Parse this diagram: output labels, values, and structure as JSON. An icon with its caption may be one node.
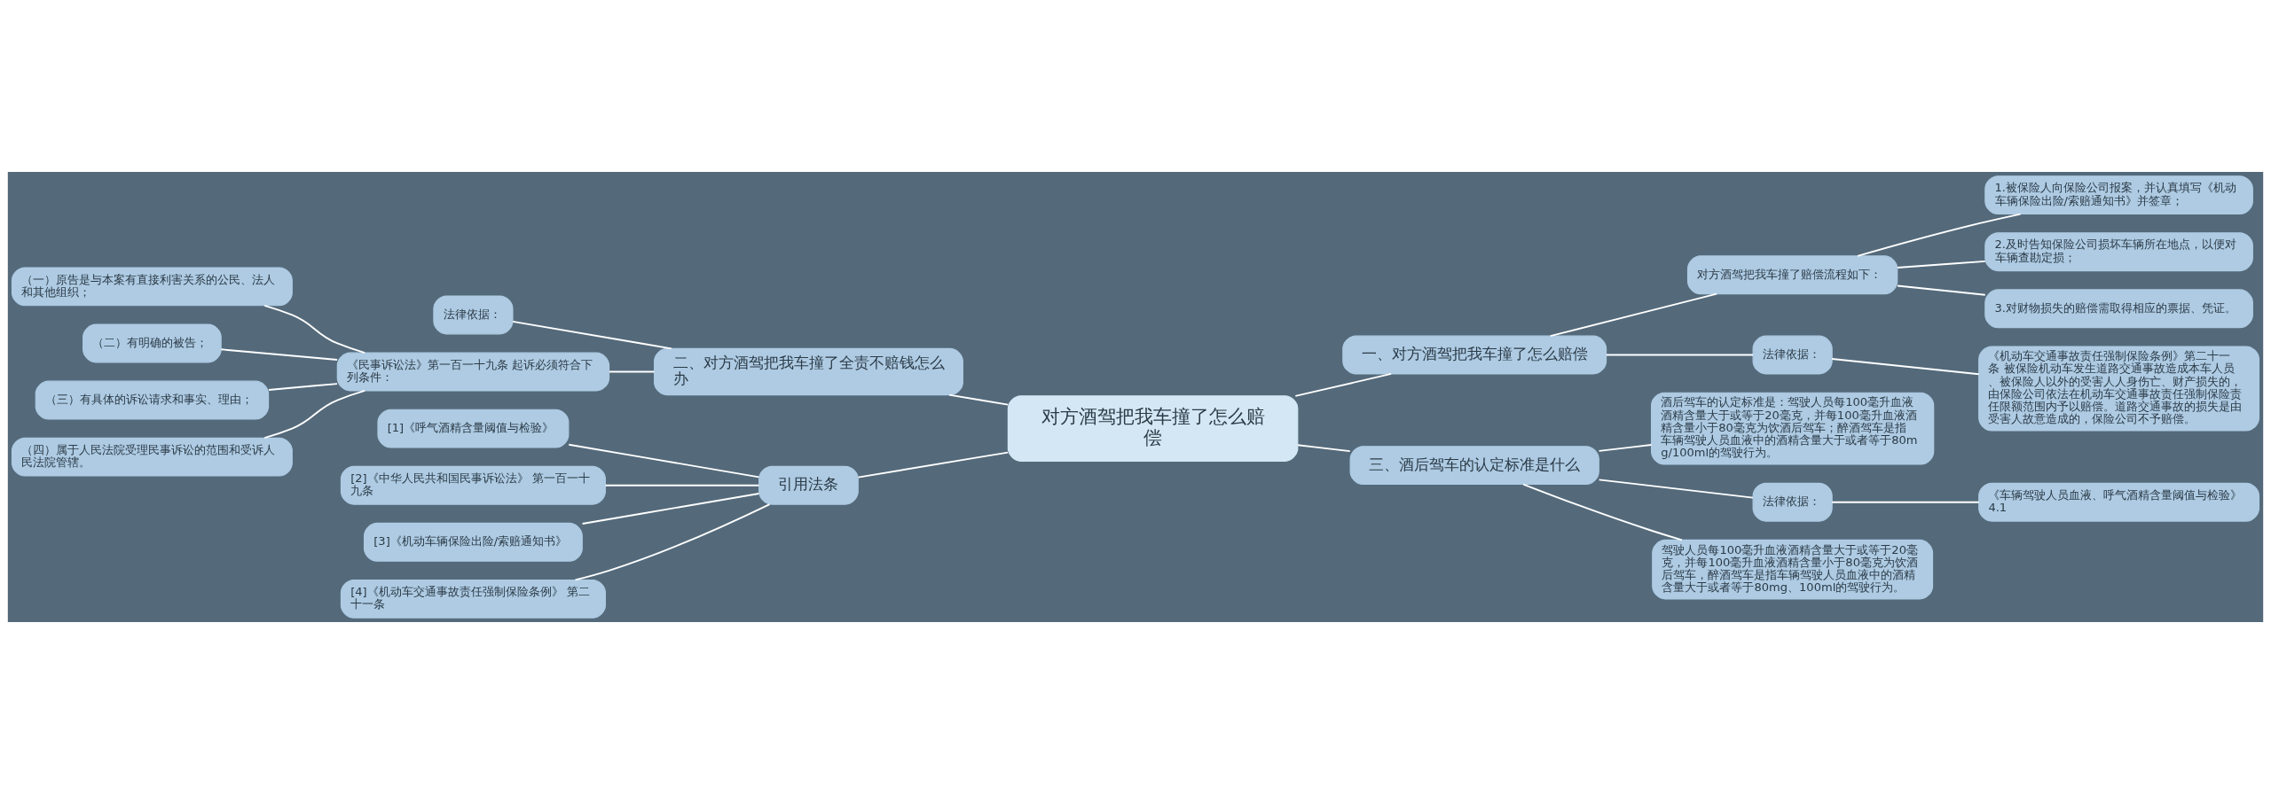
{
  "diagram": {
    "nodes": [
      {
        "text": [
          "对方酒驾把我车撞了怎么赔偿"
        ]
      },
      {
        "text": [
          "一、对方酒驾把我车撞了怎么赔偿"
        ]
      },
      {
        "text": [
          "对方酒驾把我车撞了赔偿流程如下："
        ]
      },
      {
        "text": [
          "1.被保险人向保险公司报案，并认真填写《机动车辆保险出险/索赔通知书》并签章；"
        ]
      },
      {
        "text": [
          "2.及时告知保险公司损坏车辆所在地点，以便对车辆查勘定损；"
        ]
      },
      {
        "text": [
          "3.对财物损失的赔偿需取得相应的票据、凭证。"
        ]
      },
      {
        "text": [
          "法律依据："
        ]
      },
      {
        "text": [
          "《机动车交通事故责任强制保险条例》第二十一条 被保险机动车发生道路交通事故造成本车人员、被保险人以外的受害人人身伤亡、财产损失的，由保险公司依法在机动车交通事故责任强制保险责任限额范围内予以赔偿。道路交通事故的损失是由受害人故意造成的，保险公司不予赔偿。"
        ]
      },
      {
        "text": [
          "二、对方酒驾把我车撞了全责不赔钱怎么办"
        ]
      },
      {
        "text": [
          "法律依据："
        ]
      },
      {
        "text": [
          "《民事诉讼法》第一百一十九条 起诉必须符合下列条件："
        ]
      },
      {
        "text": [
          "（一）原告是与本案有直接利害关系的公民、法人和其他组织；"
        ]
      },
      {
        "text": [
          "（二）有明确的被告；"
        ]
      },
      {
        "text": [
          "（三）有具体的诉讼请求和事实、理由；"
        ]
      },
      {
        "text": [
          "（四）属于人民法院受理民事诉讼的范围和受诉人民法院管辖。"
        ]
      },
      {
        "text": [
          "三、酒后驾车的认定标准是什么"
        ]
      },
      {
        "text": [
          "酒后驾车的认定标准是：驾驶人员每100毫升血液酒精含量大于或等于20毫克，并每100毫升血液酒精含量小于80毫克为饮酒后驾车；醉酒驾车是指车辆驾驶人员血液中的酒精含量大于或者等于80mg/100ml的驾驶行为。"
        ]
      },
      {
        "text": [
          "法律依据："
        ]
      },
      {
        "text": [
          "《车辆驾驶人员血液、呼气酒精含量阈值与检验》4.1"
        ]
      },
      {
        "text": [
          "驾驶人员每100毫升血液酒精含量大于或等于20毫克，并每100毫升血液酒精含量小于80毫克为饮酒后驾车，醉酒驾车是指车辆驾驶人员血液中的酒精含量大于或者等于80mg、100ml的驾驶行为。"
        ]
      },
      {
        "text": [
          "引用法条"
        ]
      },
      {
        "text": [
          "[1]《呼气酒精含量阈值与检验》"
        ]
      },
      {
        "text": [
          "[2]《中华人民共和国民事诉讼法》 第一百一十九条"
        ]
      },
      {
        "text": [
          "[3]《机动车辆保险出险/索赔通知书》"
        ]
      },
      {
        "text": [
          "[4]《机动车交通事故责任强制保险条例》 第二十一条"
        ]
      }
    ],
    "edges": [
      {
        "from": 0,
        "to": 1,
        "arrow": "none"
      },
      {
        "from": 1,
        "to": 2,
        "arrow": "none"
      },
      {
        "from": 2,
        "to": 3,
        "arrow": "none"
      },
      {
        "from": 2,
        "to": 4,
        "arrow": "none"
      },
      {
        "from": 2,
        "to": 5,
        "arrow": "none"
      },
      {
        "from": 1,
        "to": 6,
        "arrow": "none"
      },
      {
        "from": 6,
        "to": 7,
        "arrow": "none"
      },
      {
        "from": 0,
        "to": 8,
        "arrow": "none"
      },
      {
        "from": 8,
        "to": 9,
        "arrow": "none"
      },
      {
        "from": 8,
        "to": 10,
        "arrow": "none"
      },
      {
        "from": 10,
        "to": 11,
        "arrow": "none"
      },
      {
        "from": 10,
        "to": 12,
        "arrow": "none"
      },
      {
        "from": 10,
        "to": 13,
        "arrow": "none"
      },
      {
        "from": 10,
        "to": 14,
        "arrow": "none"
      },
      {
        "from": 0,
        "to": 15,
        "arrow": "none"
      },
      {
        "from": 15,
        "to": 16,
        "arrow": "none"
      },
      {
        "from": 15,
        "to": 17,
        "arrow": "none"
      },
      {
        "from": 17,
        "to": 18,
        "arrow": "none"
      },
      {
        "from": 15,
        "to": 19,
        "arrow": "none"
      },
      {
        "from": 0,
        "to": 20,
        "arrow": "none"
      },
      {
        "from": 20,
        "to": 21,
        "arrow": "none"
      },
      {
        "from": 20,
        "to": 22,
        "arrow": "none"
      },
      {
        "from": 20,
        "to": 23,
        "arrow": "none"
      },
      {
        "from": 20,
        "to": 24,
        "arrow": "none"
      }
    ]
  }
}
